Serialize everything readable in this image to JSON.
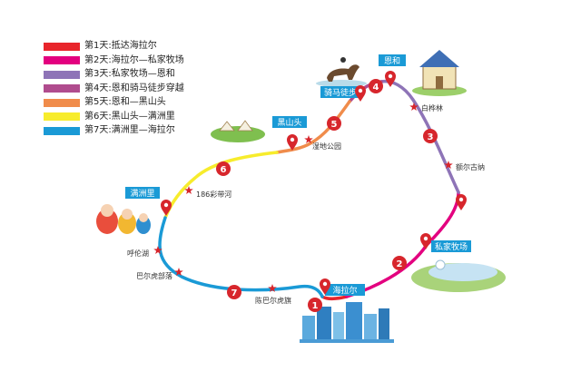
{
  "legend": [
    {
      "label": "第1天:抵达海拉尔",
      "color": "#e8252b"
    },
    {
      "label": "第2天:海拉尔—私家牧场",
      "color": "#e3007f"
    },
    {
      "label": "第3天:私家牧场—恩和",
      "color": "#8e74b7"
    },
    {
      "label": "第4天:恩和骑马徒步穿越",
      "color": "#b04c8e"
    },
    {
      "label": "第5天:恩和—黑山头",
      "color": "#f08c4b"
    },
    {
      "label": "第6天:黑山头—满洲里",
      "color": "#f7ec2c"
    },
    {
      "label": "第7天:满洲里—海拉尔",
      "color": "#1a9ad6"
    }
  ],
  "boxes": {
    "hailar": "海拉尔",
    "ranch": "私家牧场",
    "enhe": "恩和",
    "heishantou": "黑山头",
    "horse": "骑马徒步",
    "manzhouli": "满洲里"
  },
  "places": {
    "baihualin": "白桦林",
    "ergun": "额尔古纳",
    "shidi": "湿地公园",
    "caidai": "186彩带河",
    "hulunhu": "呼伦湖",
    "baerhu": "巴尔虎部落",
    "chenbaerhu": "陈巴尔虎旗"
  },
  "days": [
    "1",
    "2",
    "3",
    "4",
    "5",
    "6",
    "7"
  ],
  "colors": {
    "box": "#1a9ad6",
    "pin": "#d7262c",
    "star": "#d7262c"
  }
}
